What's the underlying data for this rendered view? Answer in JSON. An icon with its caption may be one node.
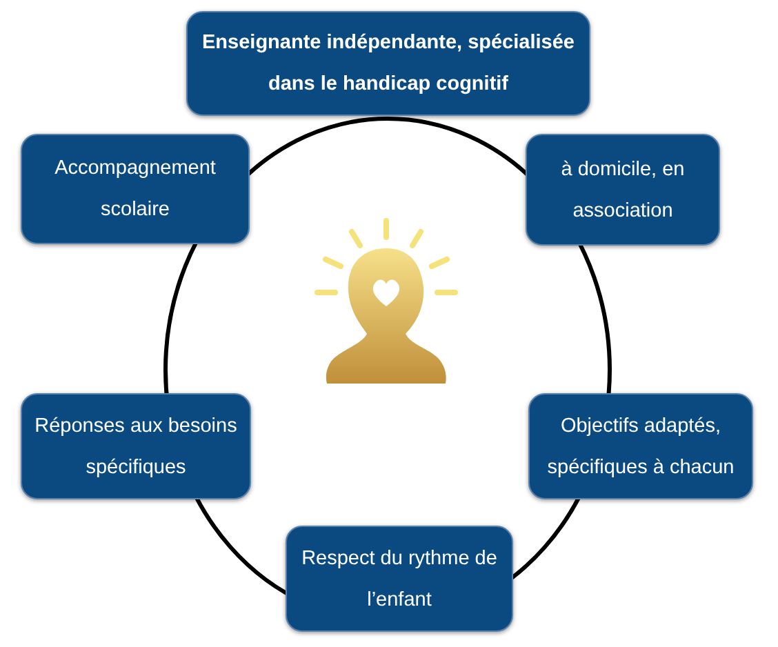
{
  "diagram": {
    "nodes": [
      {
        "text": [
          "Enseignante indépendante, spécialisée dans le handicap cognitif"
        ]
      },
      {
        "text": [
          "Accompagnement scolaire"
        ]
      },
      {
        "text": [
          "à domicile, en association"
        ]
      },
      {
        "text": [
          "Réponses aux besoins spécifiques"
        ]
      },
      {
        "text": [
          "Objectifs adaptés, spécifiques à chacun"
        ]
      },
      {
        "text": [
          "Respect du rythme de l’enfant"
        ]
      }
    ]
  }
}
